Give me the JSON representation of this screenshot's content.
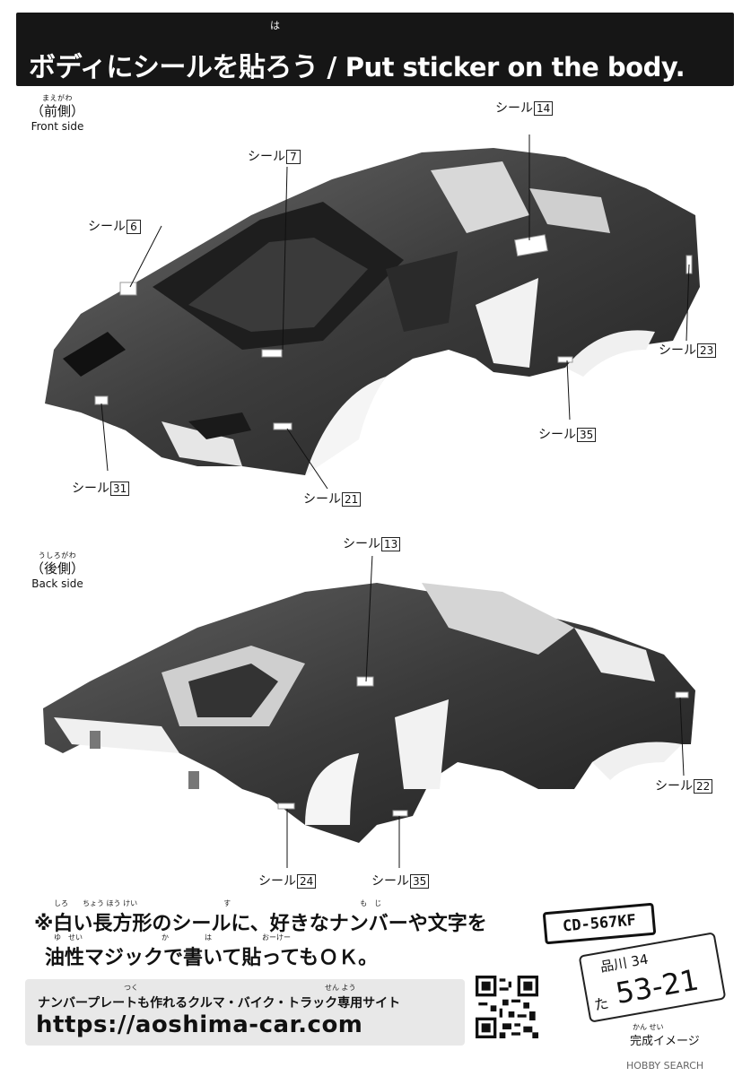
{
  "header": {
    "ruby": "は",
    "title_jp": "ボディにシールを貼ろう",
    "title_sep": " / ",
    "title_en": "Put sticker on the body."
  },
  "front": {
    "furigana": "まえがわ",
    "label_jp": "（前側）",
    "label_en": "Front side",
    "callouts": [
      {
        "text": "シール",
        "num": "6"
      },
      {
        "text": "シール",
        "num": "7"
      },
      {
        "text": "シール",
        "num": "14"
      },
      {
        "text": "シール",
        "num": "23"
      },
      {
        "text": "シール",
        "num": "35"
      },
      {
        "text": "シール",
        "num": "21"
      },
      {
        "text": "シール",
        "num": "31"
      }
    ]
  },
  "back": {
    "furigana": "うしろがわ",
    "label_jp": "（後側）",
    "label_en": "Back side",
    "callouts": [
      {
        "text": "シール",
        "num": "13"
      },
      {
        "text": "シール",
        "num": "22"
      },
      {
        "text": "シール",
        "num": "24"
      },
      {
        "text": "シール",
        "num": "35"
      }
    ]
  },
  "note": {
    "line1": "※白い長方形のシールに、好きなナンバーや文字を",
    "line2": "油性マジックで書いて貼ってもＯＫ。",
    "furi1": "しろ　　ちょう ほう けい　　　　　　　　　　　　す　　　　　　　　　　　　　　　　　　も　じ",
    "furi2": "ゆ　せい　　　　　　　　　　　か　　　　　は　　　　　　　おーけー"
  },
  "banner": {
    "furi": "つく　　　　　　　　　　　　　　　　　　　　　　　　　　せん よう",
    "text": "ナンバープレートも作れるクルマ・バイク・トラック専用サイト",
    "url": "https://aoshima-car.com"
  },
  "plates": {
    "small": "CD-567KF",
    "big_top": "品川 34",
    "big_side": "た",
    "big_num": "53-21"
  },
  "caption": {
    "furi": "かん せい",
    "text": "完成イメージ"
  },
  "watermark": "HOBBY SEARCH"
}
